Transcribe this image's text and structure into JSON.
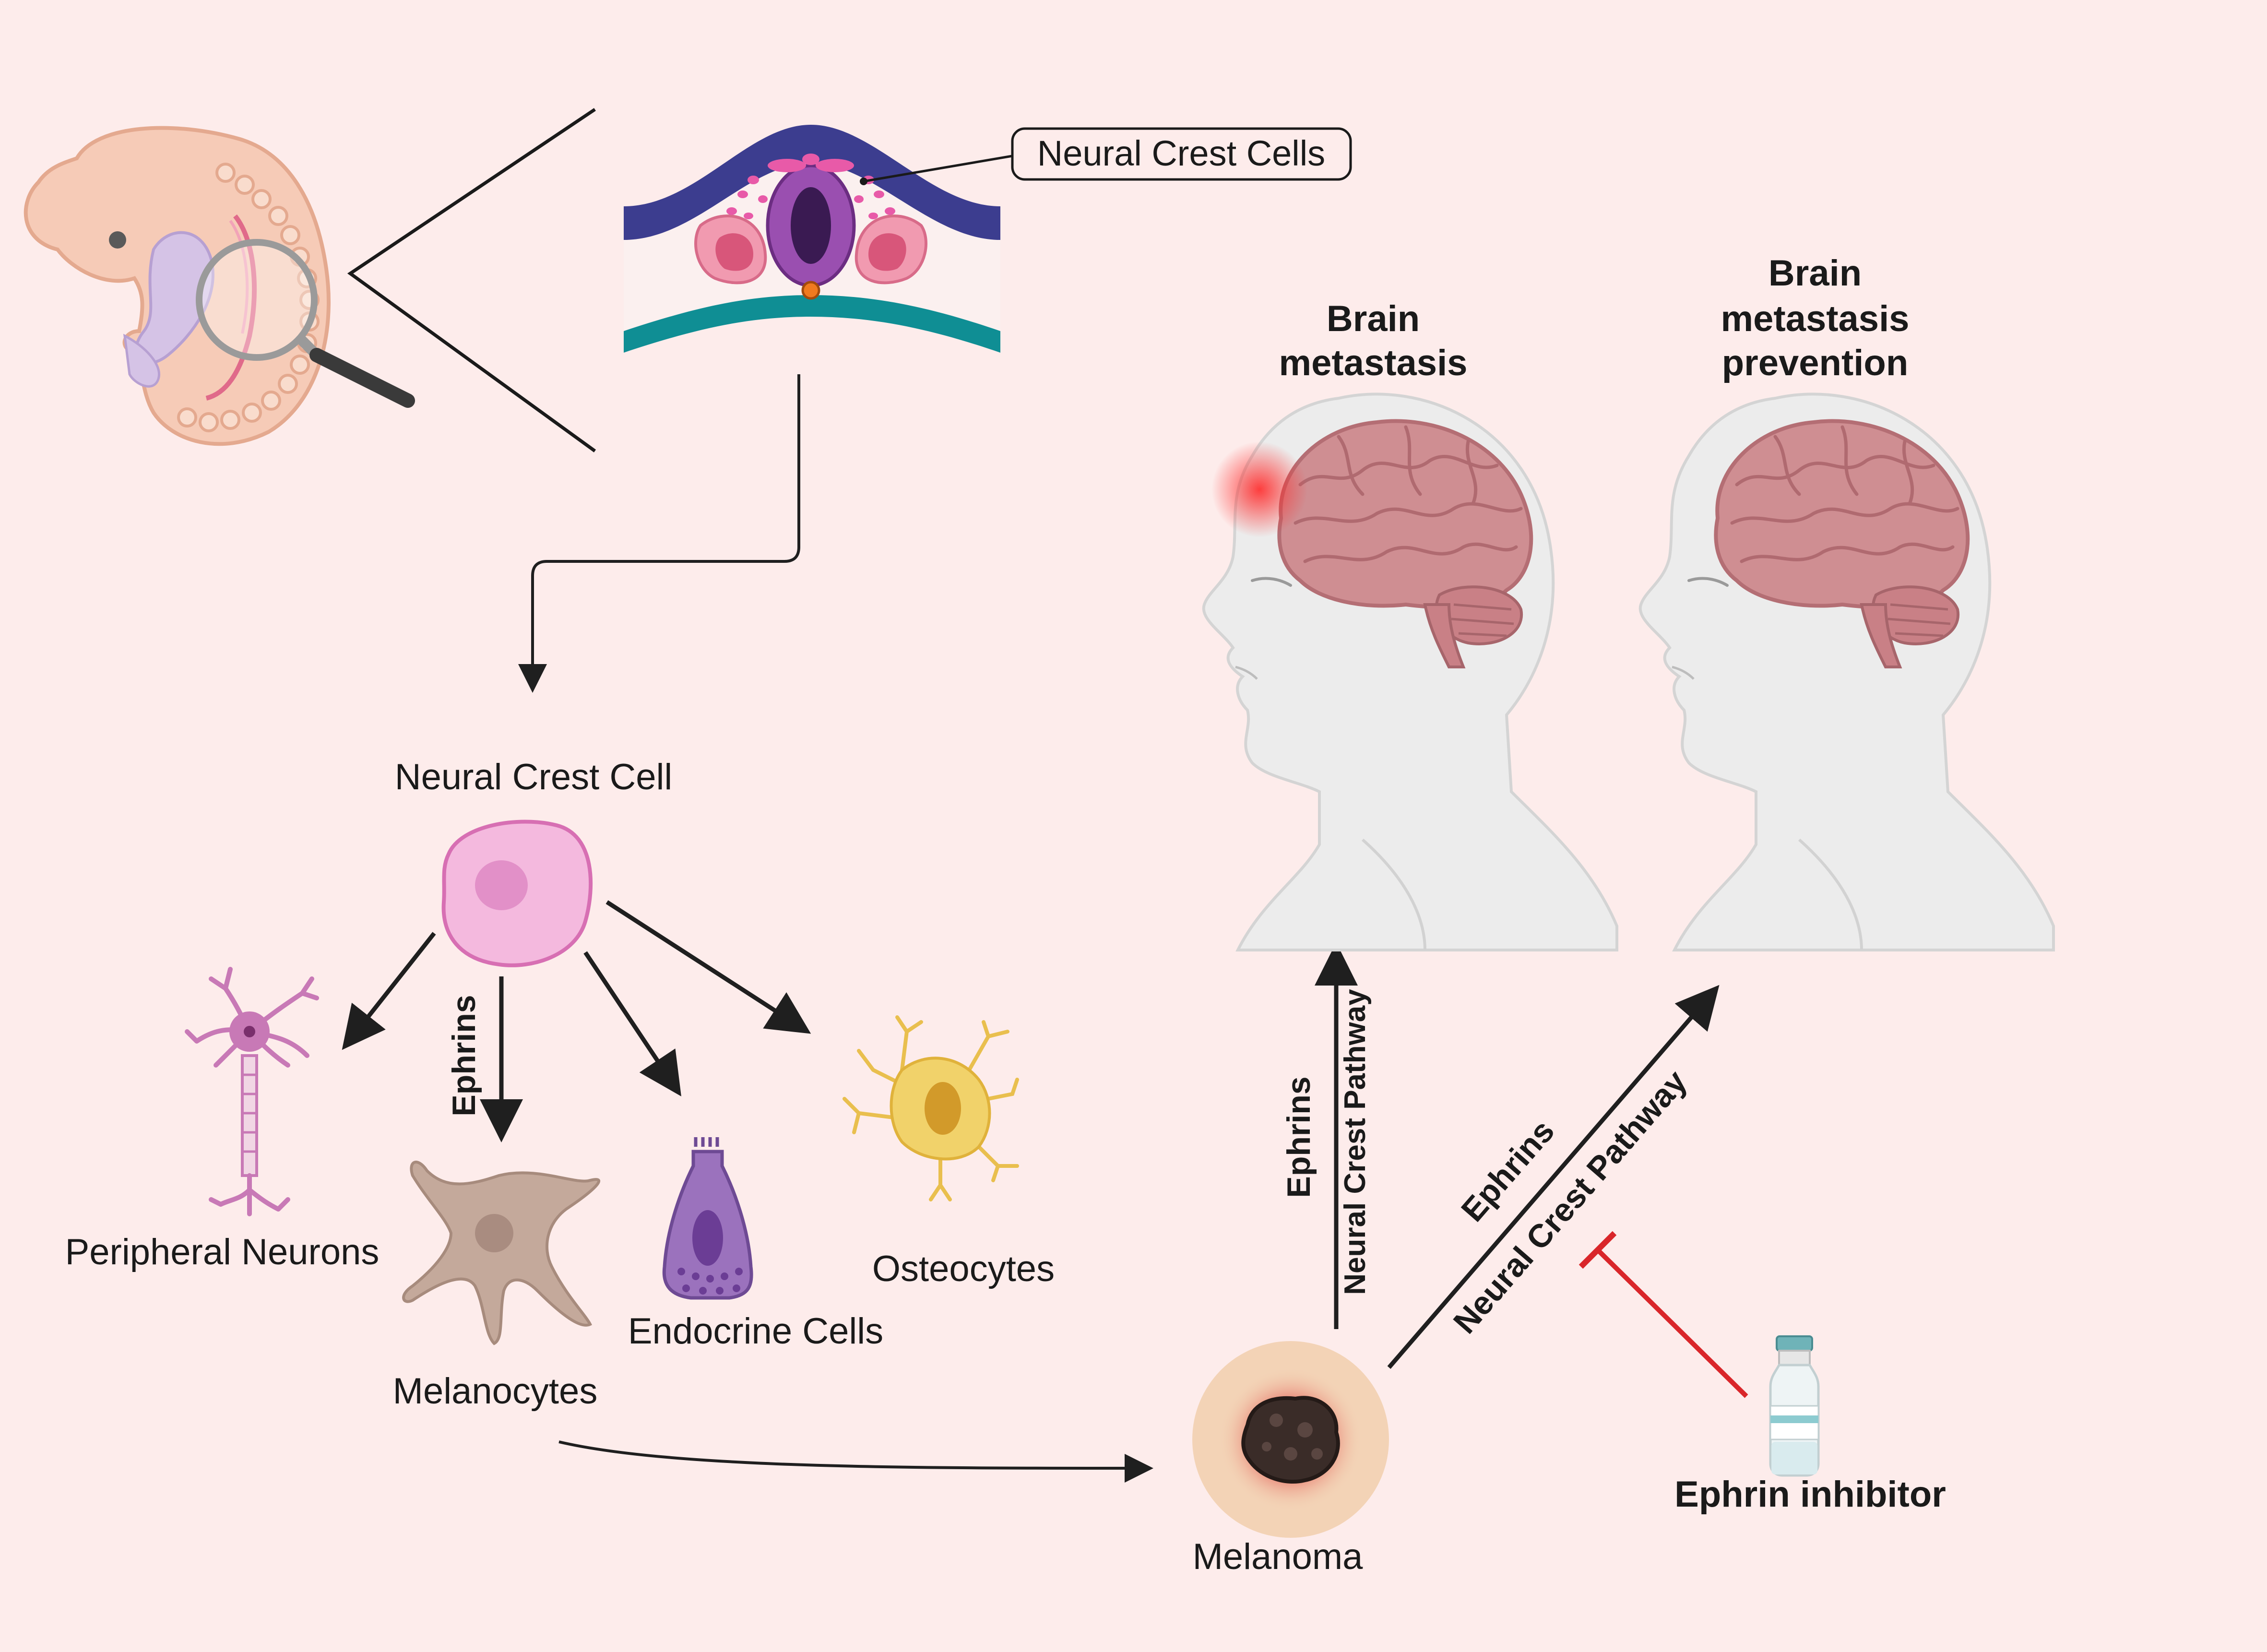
{
  "labels": {
    "neural_crest_cells_callout": "Neural Crest Cells",
    "neural_crest_cell": "Neural Crest Cell",
    "ephrins_vertical": "Ephrins",
    "peripheral_neurons": "Peripheral Neurons",
    "melanocytes": "Melanocytes",
    "endocrine_cells": "Endocrine Cells",
    "osteocytes": "Osteocytes",
    "melanoma": "Melanoma",
    "brain_metastasis_line1": "Brain",
    "brain_metastasis_line2": "metastasis",
    "brain_prevention_line1": "Brain",
    "brain_prevention_line2": "metastasis",
    "brain_prevention_line3": "prevention",
    "ephrins_up": "Ephrins",
    "neural_crest_pathway_up": "Neural Crest Pathway",
    "ephrins_diag": "Ephrins",
    "neural_crest_pathway_diag": "Neural Crest Pathway",
    "ephrin_inhibitor": "Ephrin inhibitor"
  },
  "colors": {
    "background": "#fdeceb",
    "arrow": "#1f1f1f",
    "inhibit": "#d9262a",
    "neural_tube": "#8a3d9e",
    "neural_crest_cell": "#f3b7dc",
    "melanocyte": "#c4a99b",
    "endocrine": "#9b72bd",
    "osteocyte": "#f1d26a",
    "neuron": "#c879b6",
    "brain": "#cf8e92",
    "head": "#eeeeee",
    "melanoma_bg": "#f3d3b6"
  },
  "icons": [
    "embryo",
    "magnifier-icon",
    "neural-tube-section",
    "neuron-icon",
    "melanocyte-icon",
    "endocrine-cell-icon",
    "osteocyte-icon",
    "melanoma-lesion-icon",
    "head-brain-icon",
    "vial-icon"
  ]
}
